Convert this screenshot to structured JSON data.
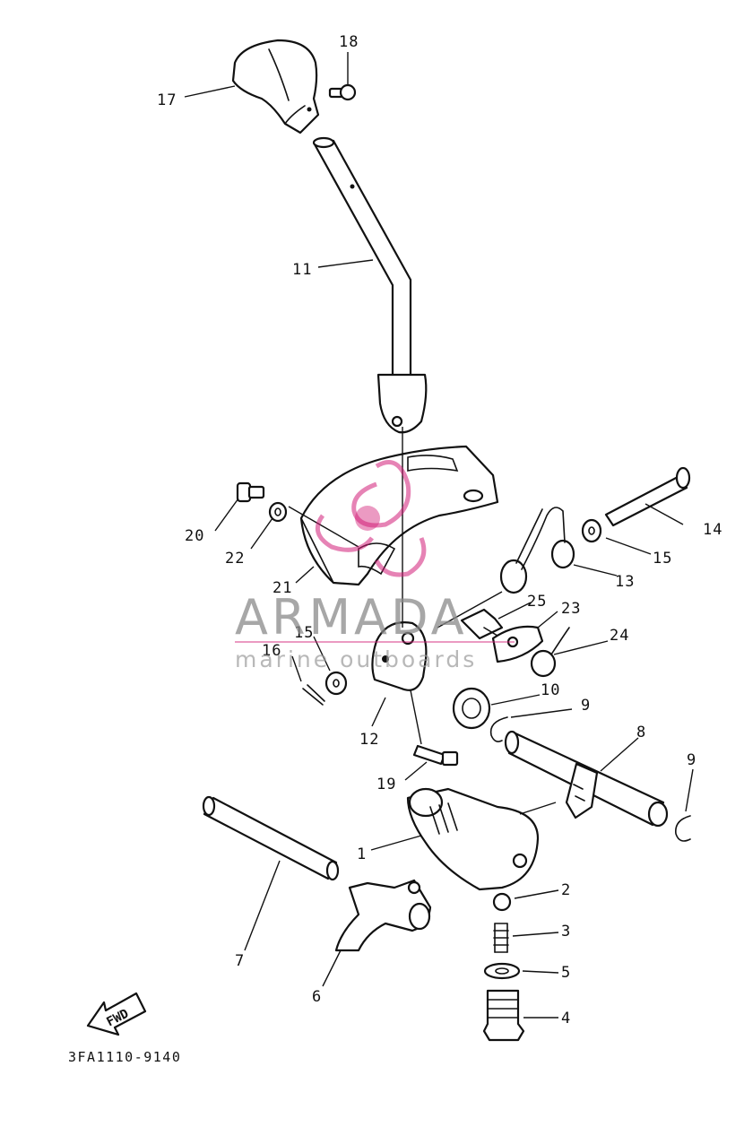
{
  "diagram_code": "3FA1110-9140",
  "direction_label": "FWD",
  "watermark": {
    "brand": "ARMADA",
    "tagline": "marine outboards",
    "logo_color": "#d21e78"
  },
  "callouts": {
    "c1": "1",
    "c2": "2",
    "c3": "3",
    "c4": "4",
    "c5": "5",
    "c6": "6",
    "c7": "7",
    "c8": "8",
    "c9a": "9",
    "c9b": "9",
    "c10": "10",
    "c11": "11",
    "c12": "12",
    "c13": "13",
    "c14": "14",
    "c15a": "15",
    "c15b": "15",
    "c16": "16",
    "c17": "17",
    "c18": "18",
    "c19": "19",
    "c20": "20",
    "c21": "21",
    "c22": "22",
    "c23": "23",
    "c24": "24",
    "c25": "25"
  }
}
